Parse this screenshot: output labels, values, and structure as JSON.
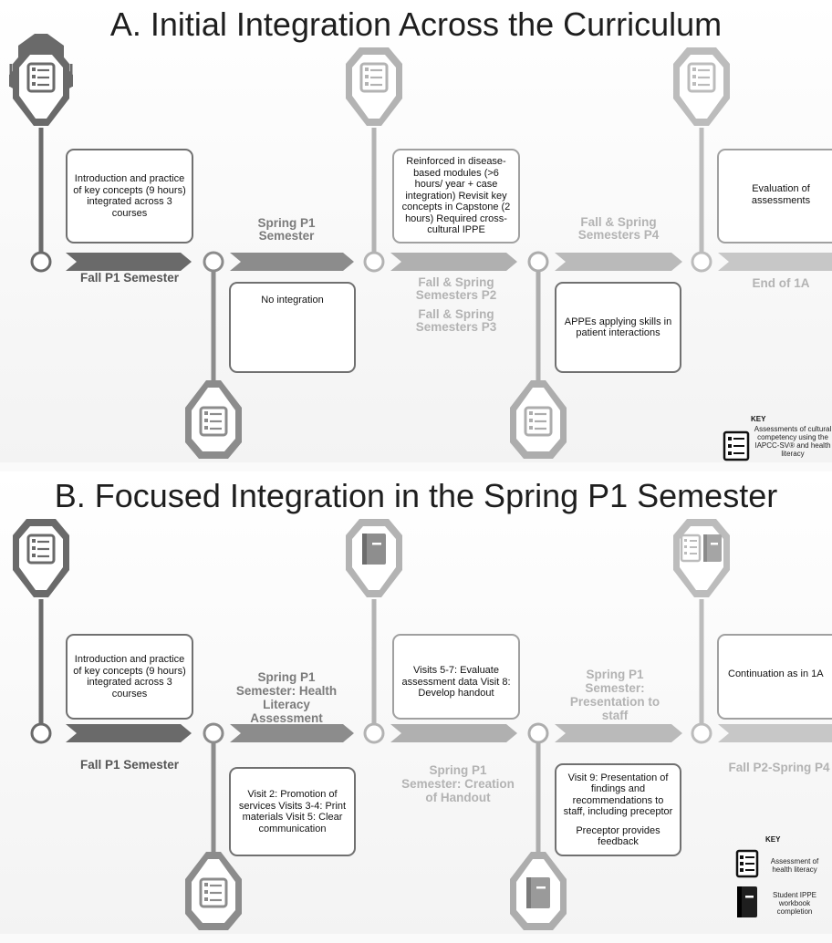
{
  "panel_a": {
    "title": "A. Initial Integration Across the Curriculum",
    "boxes": {
      "fall_p1": "Introduction and practice of key concepts (9 hours) integrated across 3 courses",
      "spring_p1": "No integration",
      "p2_p3": "Reinforced in disease-based modules (>6 hours/ year + case integration) Revisit key concepts in Capstone (2 hours) Required cross-cultural IPPE",
      "p4": "APPEs applying skills in patient interactions",
      "end": "Evaluation of assessments"
    },
    "labels": {
      "fall_p1": "Fall P1 Semester",
      "spring_p1": "Spring P1 Semester",
      "p2": "Fall & Spring Semesters P2",
      "p3": "Fall & Spring Semesters P3",
      "p4": "Fall & Spring Semesters P4",
      "end": "End of 1A"
    },
    "key": {
      "title": "KEY",
      "assessment": "Assessments of cultural competency using the IAPCC-SV® and health literacy",
      "assessment_icon": "checklist-icon"
    }
  },
  "panel_b": {
    "title": "B. Focused Integration in the Spring P1 Semester",
    "boxes": {
      "fall_p1": "Introduction and practice of key concepts (9 hours) integrated across 3 courses",
      "assessment": "Visit 2: Promotion of services Visits 3-4: Print materials Visit 5: Clear communication",
      "handout": "Visits 5-7: Evaluate assessment data Visit 8: Develop handout",
      "presentation_1": "Visit 9: Presentation of findings and recommendations to staff, including preceptor",
      "presentation_2": "Preceptor provides feedback",
      "continuation": "Continuation as in 1A"
    },
    "labels": {
      "fall_p1": "Fall P1 Semester",
      "assessment": "Spring P1 Semester: Health Literacy Assessment",
      "handout": "Spring P1 Semester: Creation of Handout",
      "presentation": "Spring P1 Semester: Presentation to staff",
      "end": "Fall P2-Spring P4"
    },
    "key": {
      "title": "KEY",
      "assessment": "Assessment of health literacy",
      "workbook": "Student IPPE workbook completion",
      "assessment_icon": "checklist-icon",
      "workbook_icon": "workbook-icon"
    }
  },
  "colors": {
    "stage1": "#6a6a6a",
    "stage2": "#8c8c8c",
    "stage3": "#a9a9a9",
    "stage4": "#b9b9b9",
    "stage5": "#c8c8c8"
  }
}
